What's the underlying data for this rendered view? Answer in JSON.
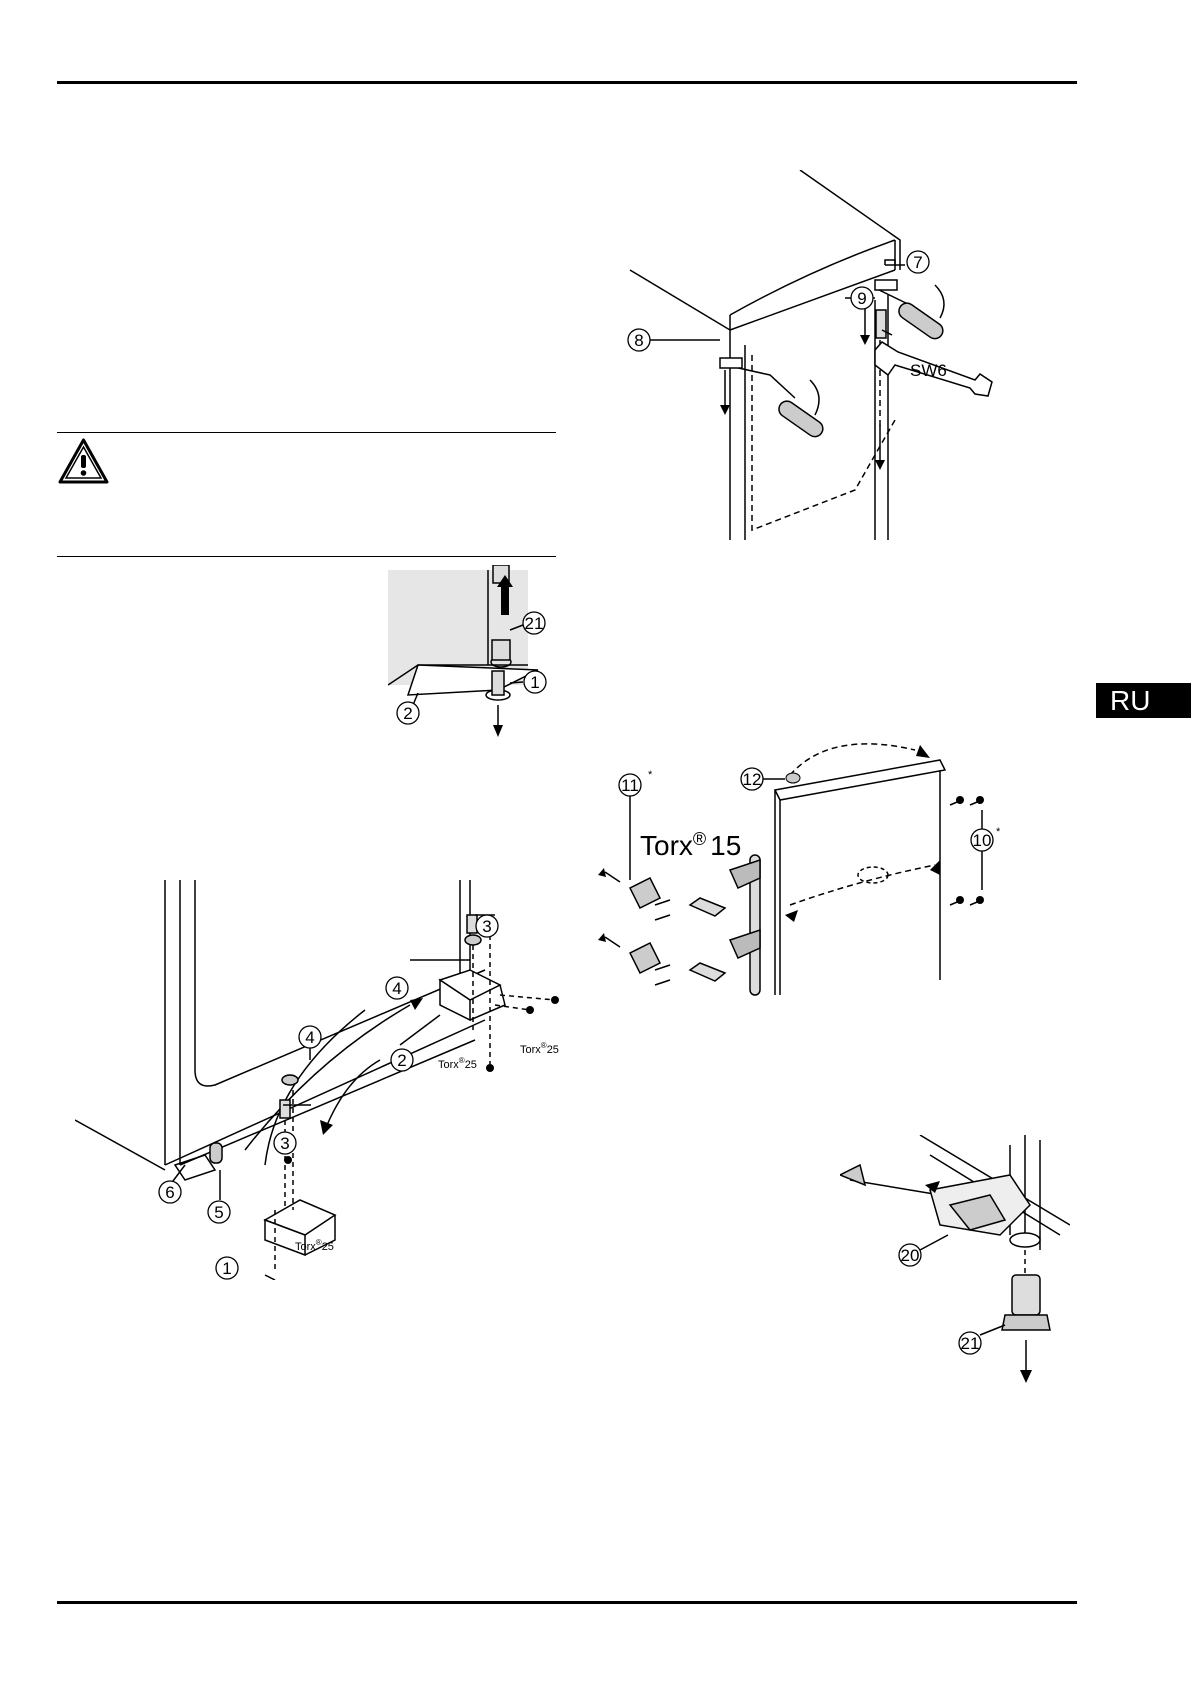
{
  "language_tab": "RU",
  "fig_top_hinge": {
    "callouts": [
      "7",
      "8",
      "9"
    ],
    "wrench": "SW6"
  },
  "fig_bottom_pin": {
    "callouts": [
      "21",
      "2",
      "1"
    ]
  },
  "fig_handle": {
    "callouts": [
      "12",
      "11",
      "10"
    ],
    "torx": "Torx",
    "reg": "®",
    "torx_size": "15",
    "star": "*"
  },
  "fig_bottom_hinge": {
    "callouts": [
      "3",
      "4",
      "2",
      "4",
      "3",
      "6",
      "5",
      "1"
    ],
    "torx": "Torx",
    "reg": "®",
    "torx_size": "25"
  },
  "fig_door_stop": {
    "callouts": [
      "20",
      "21"
    ]
  }
}
